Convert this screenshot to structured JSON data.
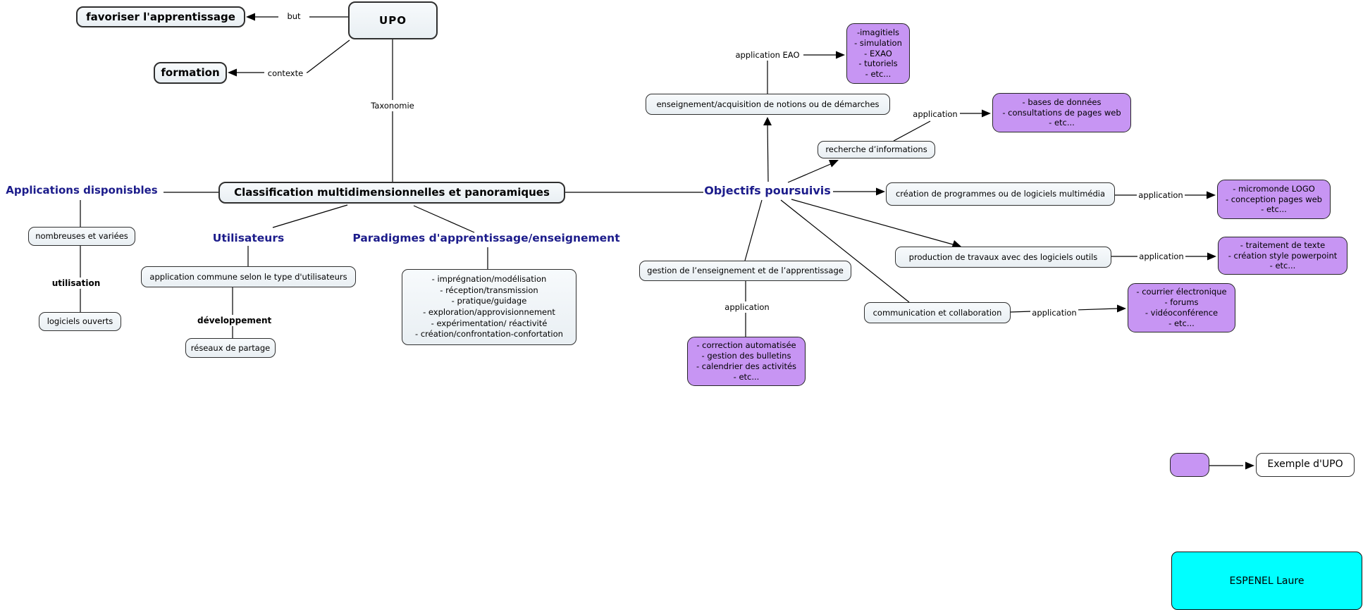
{
  "nodes": {
    "upo": "UPO",
    "favoriser": "favoriser l'apprentissage",
    "formation": "formation",
    "classification": "Classification multidimensionnelles et panoramiques",
    "nombreuses": "nombreuses et variées",
    "logiciels_ouverts": "logiciels ouverts",
    "application_commune": "application commune selon le type d'utilisateurs",
    "reseaux_partage": "réseaux de partage",
    "paradigmes_liste": "- imprégnation/modélisation\n- réception/transmission\n- pratique/guidage\n- exploration/approvisionnement\n- expérimentation/ réactivité\n- création/confrontation-confortation",
    "enseignement": "enseignement/acquisition de notions ou de démarches",
    "recherche": "recherche d’informations",
    "creation_programmes": "création de programmes ou de logiciels multimédia",
    "production_travaux": "production de travaux avec des logiciels outils",
    "communication": "communication et collaboration",
    "gestion": "gestion de l’enseignement et de l’apprentissage"
  },
  "headers": {
    "applications_disponibles": "Applications disponisbles",
    "utilisateurs": "Utilisateurs",
    "paradigmes": "Paradigmes d'apprentissage/enseignement",
    "objectifs": "Objectifs poursuivis"
  },
  "link_labels": {
    "but": "but",
    "contexte": "contexte",
    "taxonomie": "Taxonomie",
    "utilisation": "utilisation",
    "developpement": "développement",
    "application_eao": "application EAO",
    "application": "application"
  },
  "examples": {
    "eao": "-imagitiels\n- simulation\n- EXAO\n- tutoriels\n- etc...",
    "recherche": "- bases de données\n- consultations de pages web\n- etc...",
    "creation": "- micromonde LOGO\n- conception pages web\n- etc...",
    "production": "- traitement de texte\n- création style powerpoint\n- etc...",
    "communication": "- courrier électronique\n- forums\n- vidéoconférence\n- etc...",
    "gestion": "- correction automatisée\n- gestion des bulletins\n- calendrier des activités\n- etc..."
  },
  "legend": {
    "exemple": "Exemple d'UPO"
  },
  "author": "ESPENEL Laure",
  "colors": {
    "node_fill": "#eef3f7",
    "example_fill": "#c795f3",
    "author_fill": "#00ffff",
    "header_text": "#1c1c8b",
    "line": "#000000"
  }
}
